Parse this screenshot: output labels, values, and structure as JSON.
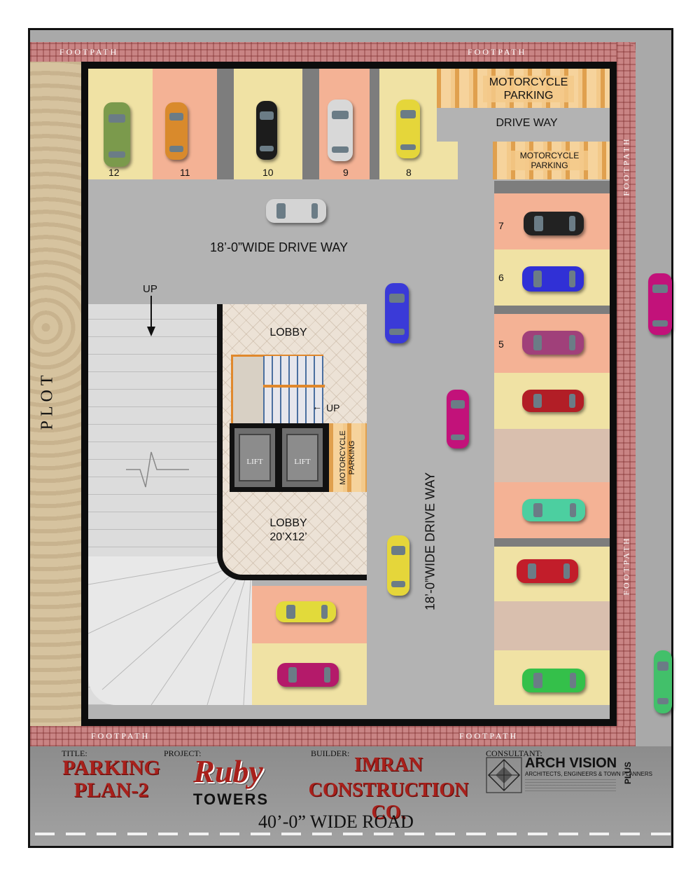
{
  "footpath_label": "FOOTPATH",
  "plot_label": "PLOT",
  "spaces": {
    "top": [
      "12",
      "11",
      "10",
      "9",
      "8"
    ],
    "right": [
      "7",
      "6",
      "5"
    ]
  },
  "labels": {
    "motorcycle_parking": "MOTORCYCLE PARKING",
    "drive_way": "DRIVE WAY",
    "drive_way_top": "18’-0”WIDE DRIVE WAY",
    "drive_way_vertical": "18’-0”WIDE DRIVE WAY",
    "up": "UP",
    "lobby": "LOBBY",
    "lobby_size": "20’X12’",
    "lift": "LIFT"
  },
  "title_block": {
    "title_label": "TITLE:",
    "title": "PARKING PLAN-2",
    "project_label": "PROJECT:",
    "project_name": "Ruby",
    "project_sub": "TOWERS",
    "builder_label": "BUILDER:",
    "builder_line1": "IMRAN",
    "builder_line2": "CONSTRUCTION CO.",
    "consultant_label": "CONSULTANT:",
    "consultant_name": "ARCH VISION",
    "consultant_plus": "PLUS",
    "consultant_tagline": "ARCHITECTS, ENGINEERS & TOWN PLANNERS"
  },
  "road_label": "40’-0” WIDE ROAD",
  "colors": {
    "footpath": "#c98484",
    "slot_yellow": "#f0e2a4",
    "slot_peach": "#f4b295",
    "title_red": "#a8201b"
  }
}
